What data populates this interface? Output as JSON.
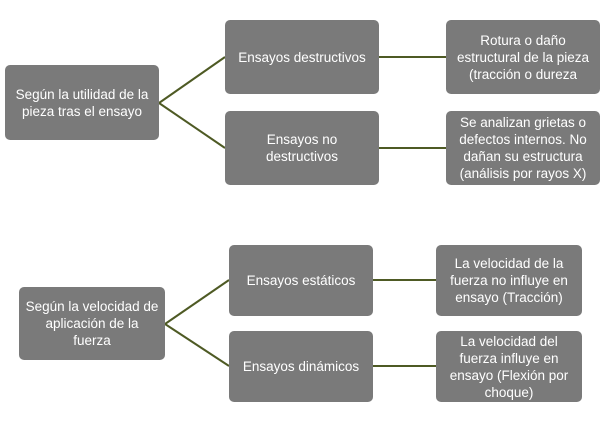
{
  "diagram": {
    "line_color": "#4e5a24",
    "box_color": "#7a7a7a",
    "text_color": "#ffffff",
    "group_1": {
      "root": "Según la utilidad de la pieza tras el ensayo",
      "branches": [
        {
          "label": "Ensayos destructivos",
          "detail": "Rotura o daño estructural de la pieza (tracción o dureza"
        },
        {
          "label": "Ensayos no destructivos",
          "detail": "Se analizan grietas o defectos internos. No dañan su estructura (análisis por rayos X)"
        }
      ]
    },
    "group_2": {
      "root": "Según la velocidad de aplicación de la fuerza",
      "branches": [
        {
          "label": "Ensayos estáticos",
          "detail": "La velocidad de la fuerza no influye en ensayo (Tracción)"
        },
        {
          "label": "Ensayos dinámicos",
          "detail": "La velocidad del fuerza influye en ensayo (Flexión por choque)"
        }
      ]
    }
  }
}
